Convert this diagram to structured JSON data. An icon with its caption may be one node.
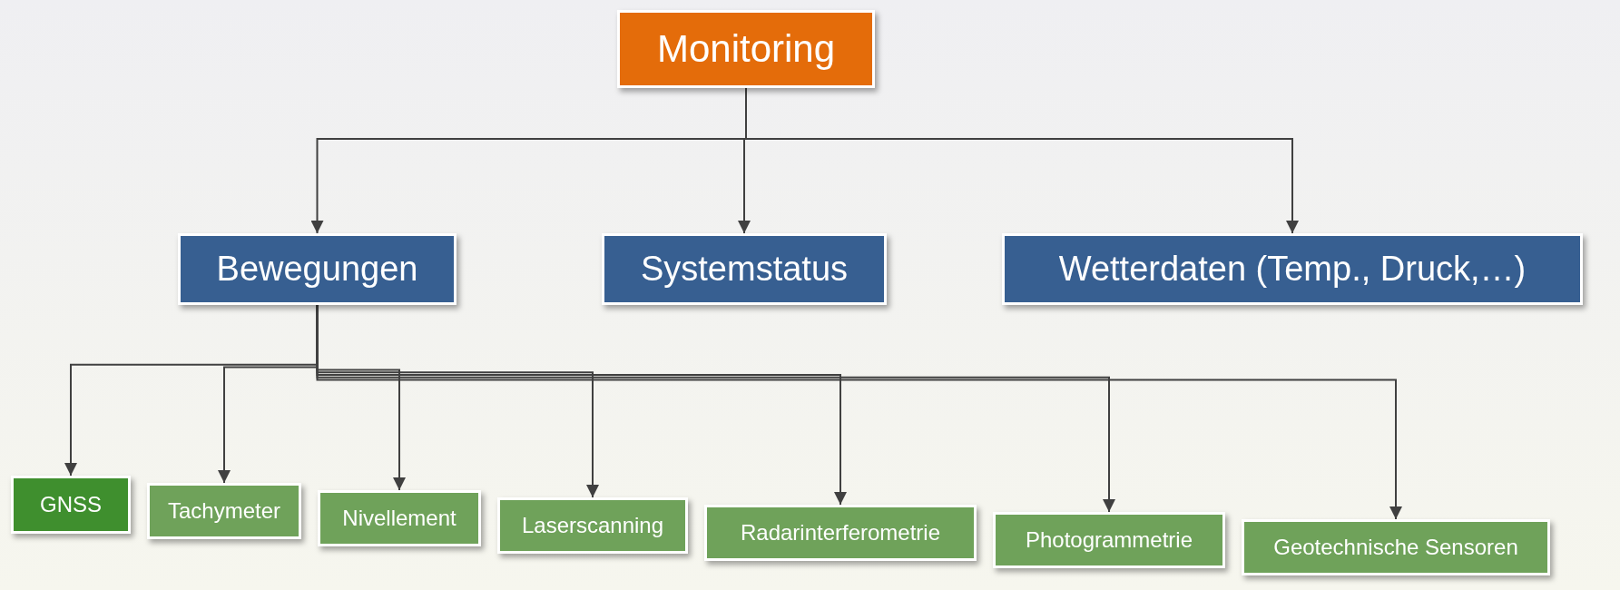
{
  "diagram": {
    "nodes": [
      {
        "text": [
          "Monitoring"
        ]
      },
      {
        "text": [
          "Bewegungen"
        ]
      },
      {
        "text": [
          "Systemstatus"
        ]
      },
      {
        "text": [
          "Wetterdaten (Temp., Druck,…)"
        ]
      },
      {
        "text": [
          "GNSS"
        ]
      },
      {
        "text": [
          "Tachymeter"
        ]
      },
      {
        "text": [
          "Nivellement"
        ]
      },
      {
        "text": [
          "Laserscanning"
        ]
      },
      {
        "text": [
          "Radarinterferometrie"
        ]
      },
      {
        "text": [
          "Photogrammetrie"
        ]
      },
      {
        "text": [
          "Geotechnische Sensoren"
        ]
      }
    ],
    "edges": [
      {
        "from": 0,
        "to": 1,
        "arrow": "to"
      },
      {
        "from": 0,
        "to": 2,
        "arrow": "to"
      },
      {
        "from": 0,
        "to": 3,
        "arrow": "to"
      },
      {
        "from": 1,
        "to": 4,
        "arrow": "to"
      },
      {
        "from": 1,
        "to": 5,
        "arrow": "to"
      },
      {
        "from": 1,
        "to": 6,
        "arrow": "to"
      },
      {
        "from": 1,
        "to": 7,
        "arrow": "to"
      },
      {
        "from": 1,
        "to": 8,
        "arrow": "to"
      },
      {
        "from": 1,
        "to": 9,
        "arrow": "to"
      },
      {
        "from": 1,
        "to": 10,
        "arrow": "to"
      }
    ]
  }
}
